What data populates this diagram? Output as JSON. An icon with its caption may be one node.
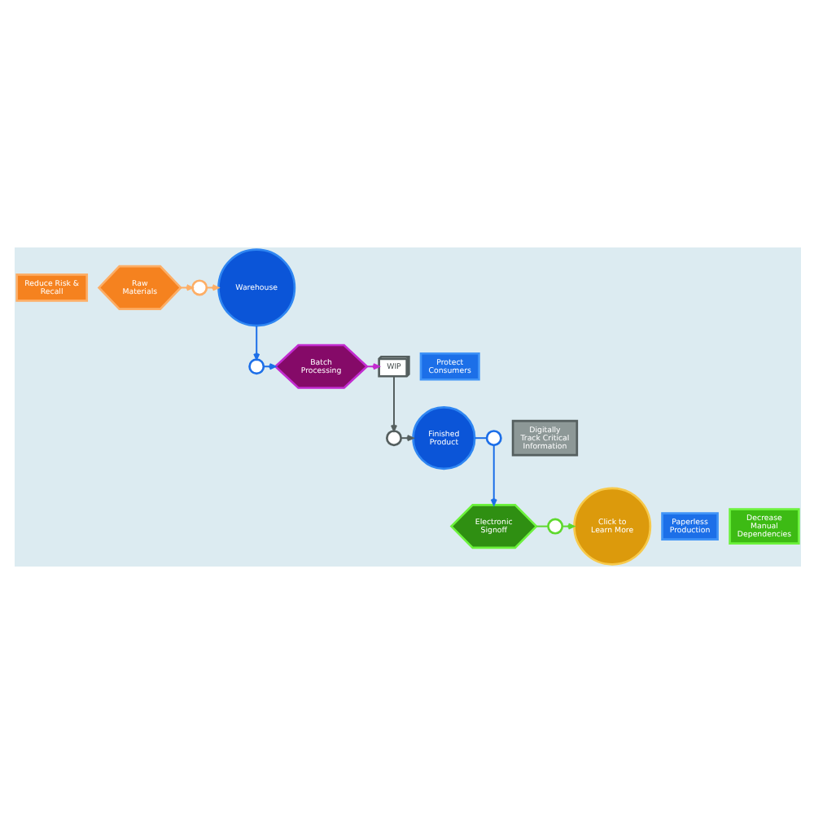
{
  "diagram": {
    "nodes": [
      {
        "text": [
          "Reduce Risk & Recall"
        ]
      },
      {
        "text": [
          "Raw Materials"
        ]
      },
      {
        "text": [],
        "shape": "circle"
      },
      {
        "text": [
          "Warehouse"
        ]
      },
      {
        "text": [],
        "shape": "circle"
      },
      {
        "text": [
          "Protect Consumers"
        ]
      },
      {
        "text": [
          "Batch Processing"
        ]
      },
      {
        "text": [
          "WIP"
        ]
      },
      {
        "text": [
          "Digitally Track Critical Information"
        ]
      },
      {
        "text": [],
        "shape": "circle"
      },
      {
        "text": [
          "Finished Product"
        ]
      },
      {
        "text": [],
        "shape": "circle"
      },
      {
        "text": [
          "Electronic Signoff"
        ]
      },
      {
        "text": [],
        "shape": "circle"
      },
      {
        "text": [
          "Click to Learn More"
        ]
      },
      {
        "text": [
          "Paperless Production"
        ]
      },
      {
        "text": [
          "Decrease Manual Dependencies"
        ]
      }
    ],
    "edges": [
      {
        "from": 1,
        "to": 2,
        "arrow": "to",
        "color": "#fdae66"
      },
      {
        "from": 2,
        "to": 3,
        "arrow": "to",
        "color": "#fdae66"
      },
      {
        "from": 3,
        "to": 4,
        "arrow": "to"
      },
      {
        "from": 4,
        "to": 6,
        "arrow": "to"
      },
      {
        "from": 6,
        "to": 7,
        "arrow": "to",
        "color": "#c22bcf"
      },
      {
        "from": 7,
        "to": 9,
        "arrow": "to",
        "color": "#555f5f"
      },
      {
        "from": 9,
        "to": 10,
        "arrow": "to",
        "color": "#555f5f"
      },
      {
        "from": 10,
        "to": 11,
        "arrow": "none"
      },
      {
        "from": 11,
        "to": 12,
        "arrow": "to"
      },
      {
        "from": 12,
        "to": 13,
        "arrow": "none",
        "color": "#5fd92e"
      },
      {
        "from": 13,
        "to": 14,
        "arrow": "to",
        "color": "#5fd92e"
      }
    ]
  }
}
